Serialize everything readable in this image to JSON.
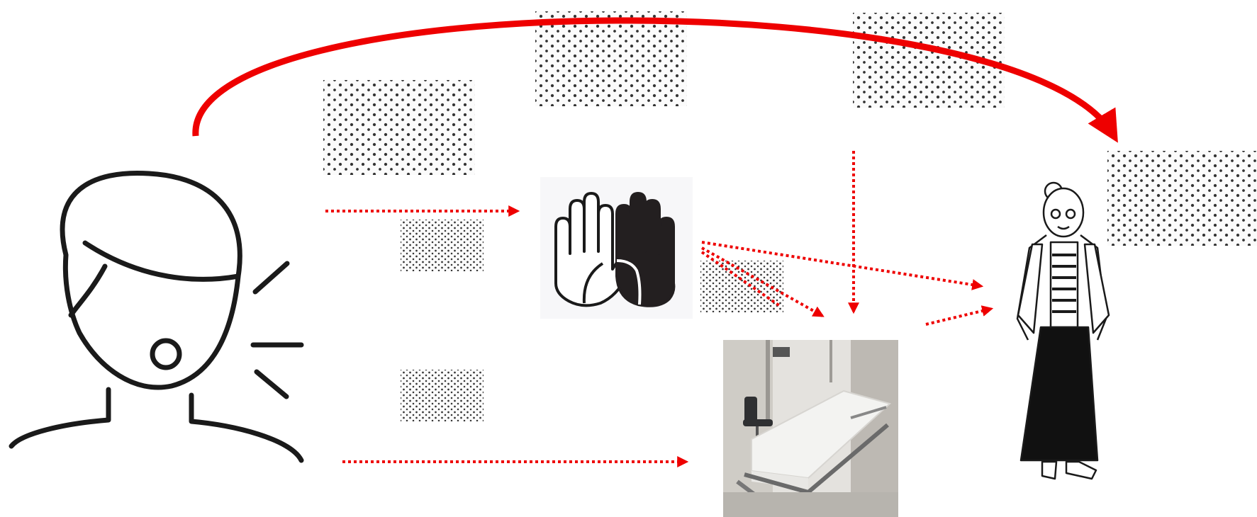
{
  "diagram": {
    "title_fragment": "",
    "redacted_labels": [
      {
        "id": "label-top-left-1"
      },
      {
        "id": "label-top-center"
      },
      {
        "id": "label-top-right"
      },
      {
        "id": "label-far-right"
      },
      {
        "id": "label-mid-left-small"
      },
      {
        "id": "label-mid-center-small"
      },
      {
        "id": "label-bottom-left-small"
      }
    ],
    "nodes": {
      "patient": {
        "icon": "coughing-person-icon"
      },
      "hands": {
        "icon": "raised-hands-icon"
      },
      "stretcher": {
        "icon": "hospital-stretcher-image"
      },
      "elderly": {
        "icon": "elderly-woman-icon"
      }
    },
    "colors": {
      "arrow": "#ee0000",
      "line": "#1a1a1a",
      "background": "#ffffff"
    }
  }
}
